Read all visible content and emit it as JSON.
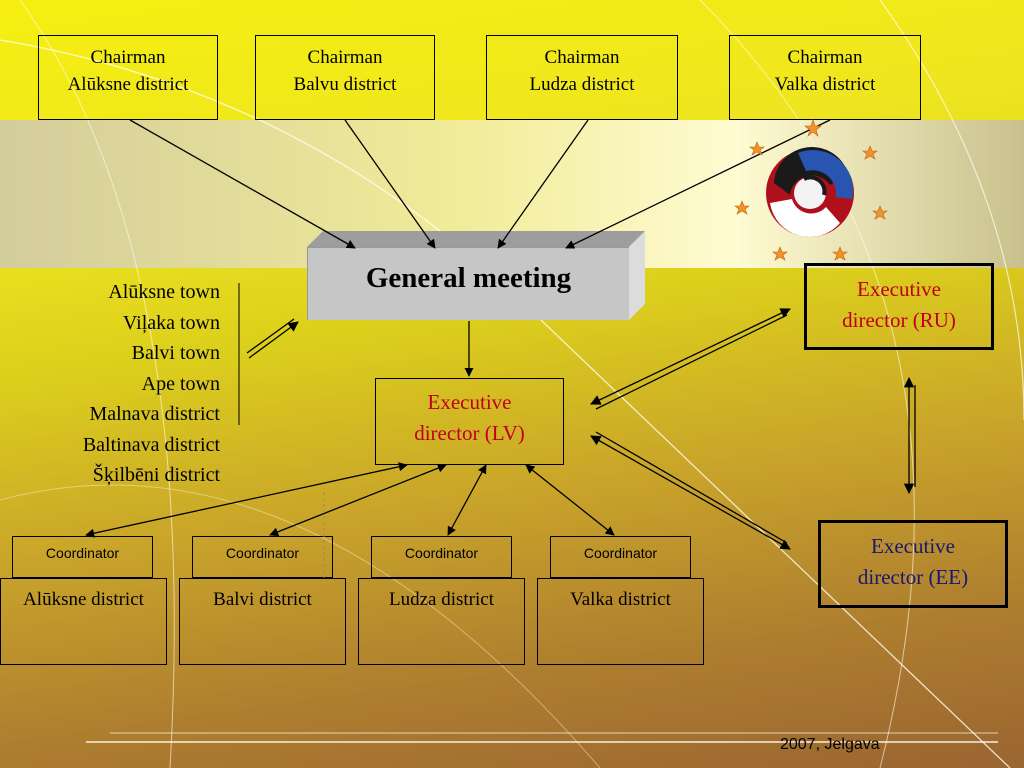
{
  "chairmen": [
    {
      "title": "Chairman",
      "district": "Alūksne district"
    },
    {
      "title": "Chairman",
      "district": "Balvu district"
    },
    {
      "title": "Chairman",
      "district": "Ludza district"
    },
    {
      "title": "Chairman",
      "district": "Valka district"
    }
  ],
  "general_meeting": "General meeting",
  "exec_lv": {
    "line1": "Executive",
    "line2": "director (LV)"
  },
  "exec_ru": {
    "line1": "Executive",
    "line2": "director (RU)"
  },
  "exec_ee": {
    "line1": "Executive",
    "line2": "director (EE)"
  },
  "members": [
    "Alūksne town",
    "Viļaka town",
    "Balvi town",
    "Ape town",
    "Malnava district",
    "Baltinava district",
    "Šķilbēni district"
  ],
  "coordinators": [
    {
      "label": "Coordinator",
      "district": "Alūksne district"
    },
    {
      "label": "Coordinator",
      "district": "Balvi district"
    },
    {
      "label": "Coordinator",
      "district": "Ludza district"
    },
    {
      "label": "Coordinator",
      "district": "Valka district"
    }
  ],
  "footer": "2007, Jelgava",
  "colors": {
    "red_text": "#c0001a",
    "blue_text": "#141a70",
    "gm_fill": "#c6c6c6"
  },
  "logo": {
    "icon": "euroregion-logo-icon"
  }
}
